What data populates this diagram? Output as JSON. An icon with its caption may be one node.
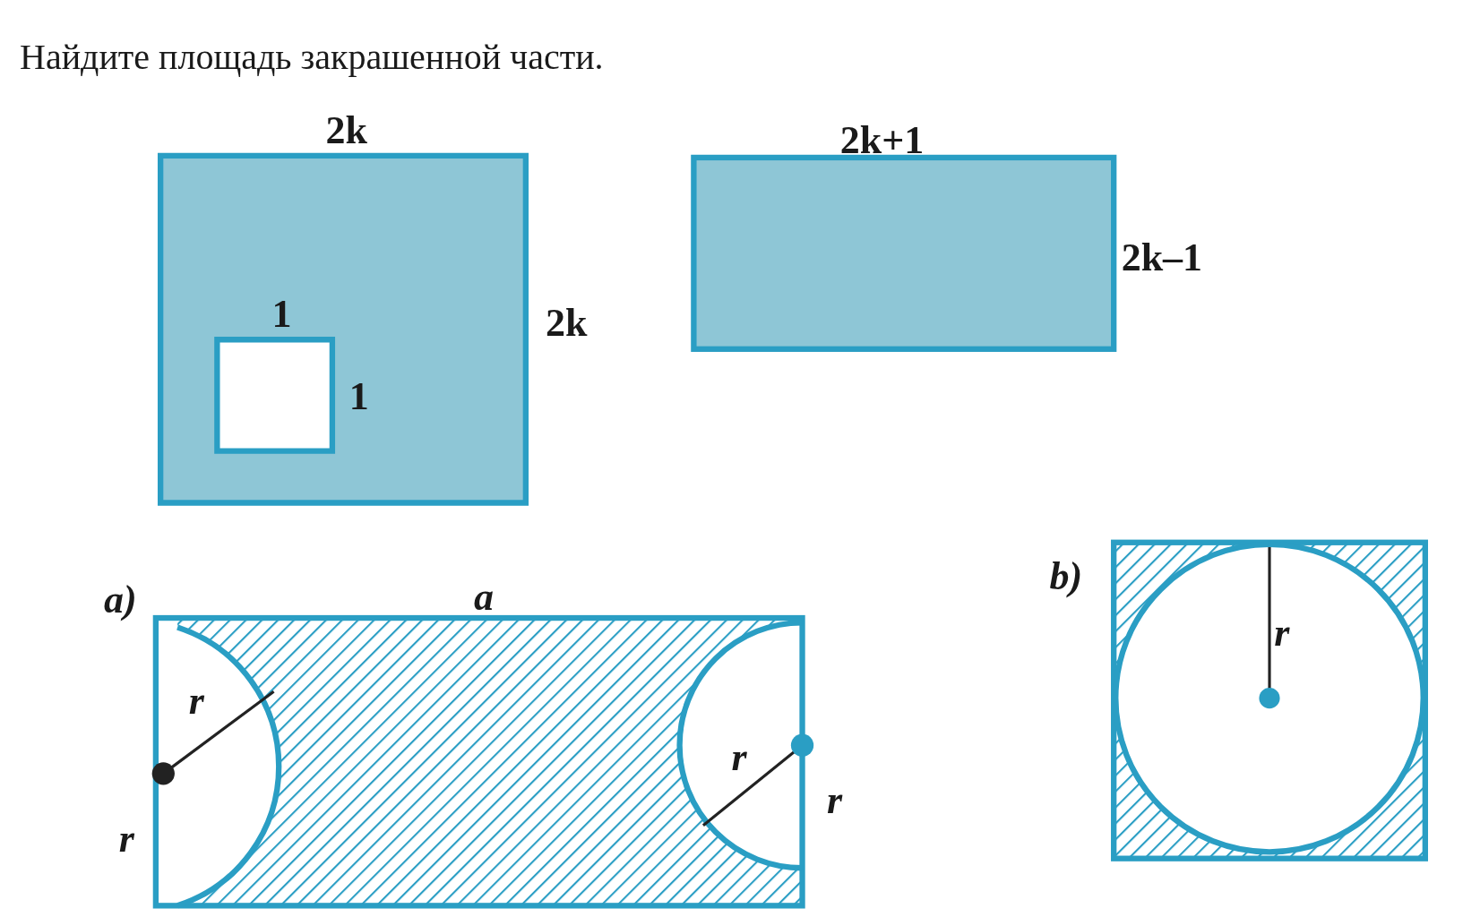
{
  "diagram": {
    "title": "Найдите площадь закрашенной части.",
    "labels": [
      "2k",
      "2k+1",
      "2k–1",
      "1",
      "2k",
      "1",
      "b)",
      "a)",
      "a",
      "r",
      "r",
      "r",
      "r",
      "r"
    ]
  }
}
